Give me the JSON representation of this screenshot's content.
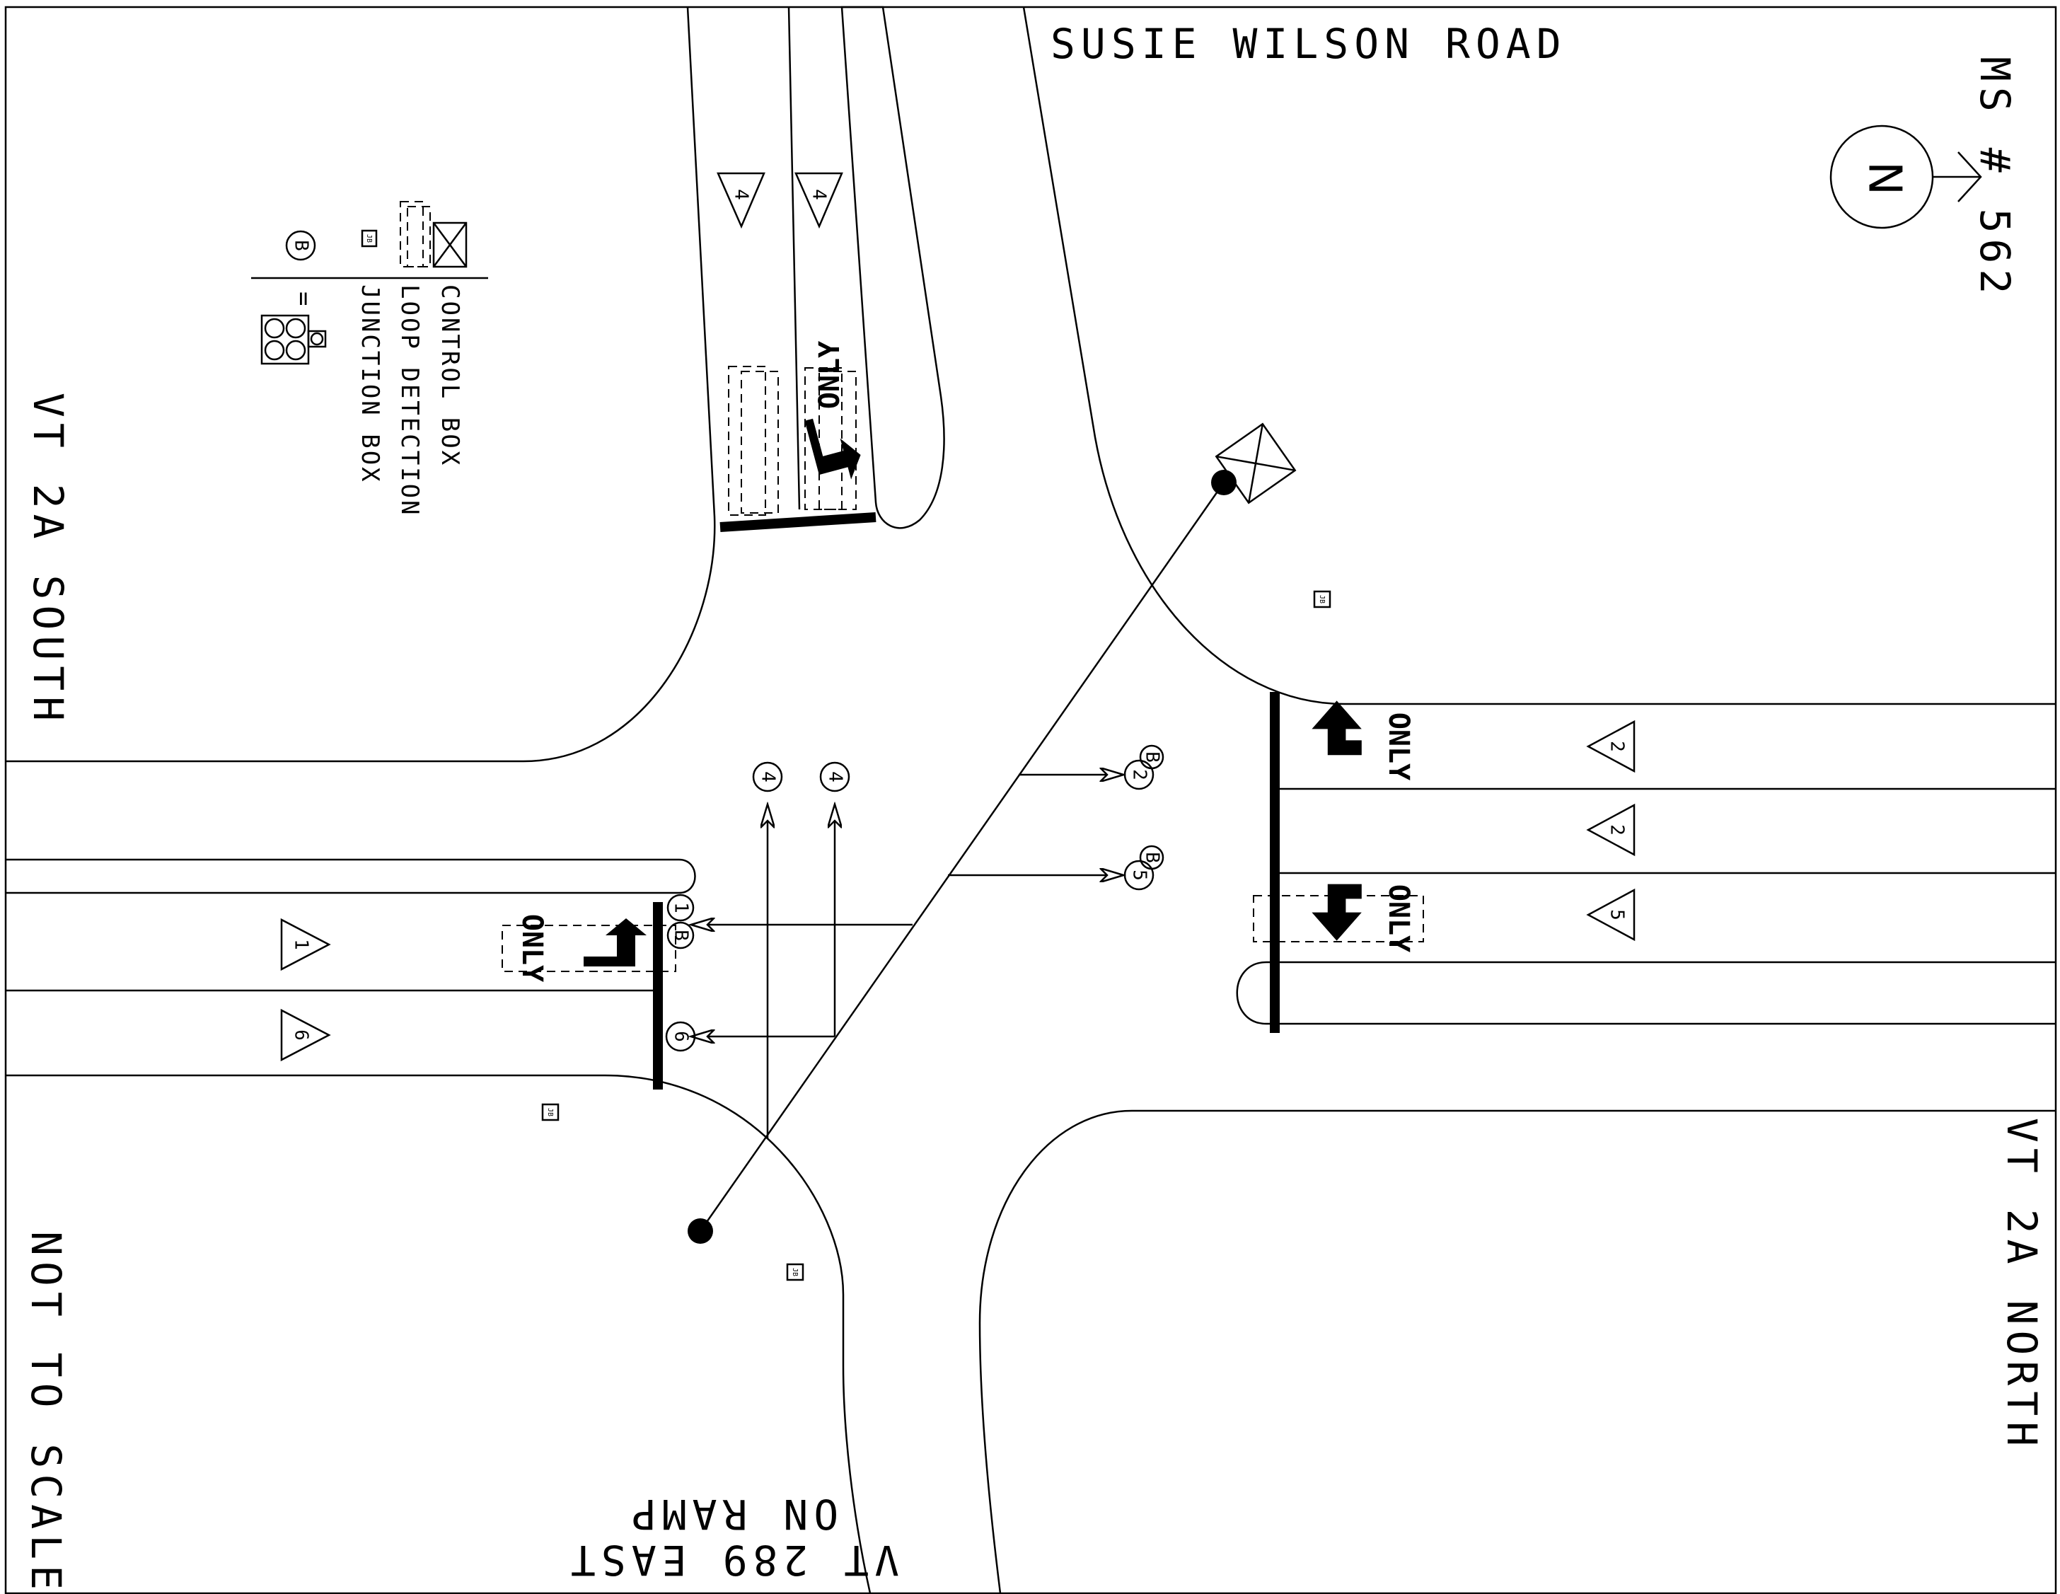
{
  "title": {
    "road_north": "SUSIE WILSON ROAD",
    "road_west": "VT 2A  SOUTH",
    "road_east": "VT 2A  NORTH",
    "ramp_line1": "VT 289 EAST",
    "ramp_line2": "ON RAMP",
    "ms_number": "MS # 562",
    "north_letter": "N",
    "scale_note": "NOT TO SCALE"
  },
  "legend": {
    "control_box": "CONTROL BOX",
    "loop_detection": "LOOP DETECTION",
    "junction_box": "JUNCTION BOX",
    "signal_symbol": "B",
    "equals": "="
  },
  "pavement": {
    "only": "ONLY"
  },
  "lane_phases": {
    "north_left": "4",
    "north_right": "4",
    "west_upper": "1",
    "west_lower": "6",
    "east_top": "2",
    "east_middle": "2",
    "east_bottom": "5"
  },
  "signal_heads": {
    "head_4a": "4",
    "head_4b": "4",
    "head_2": "2",
    "head_5": "5",
    "head_1": "1",
    "head_6": "6",
    "b_letter": "B",
    "jb_label": "JB"
  },
  "colors": {
    "line": "#000000",
    "background": "#ffffff"
  },
  "icons": {
    "north_arrow": "north-arrow-icon",
    "control_box": "control-box-icon",
    "junction_box": "junction-box-icon",
    "signal": "traffic-signal-icon",
    "pole": "signal-pole-icon"
  }
}
